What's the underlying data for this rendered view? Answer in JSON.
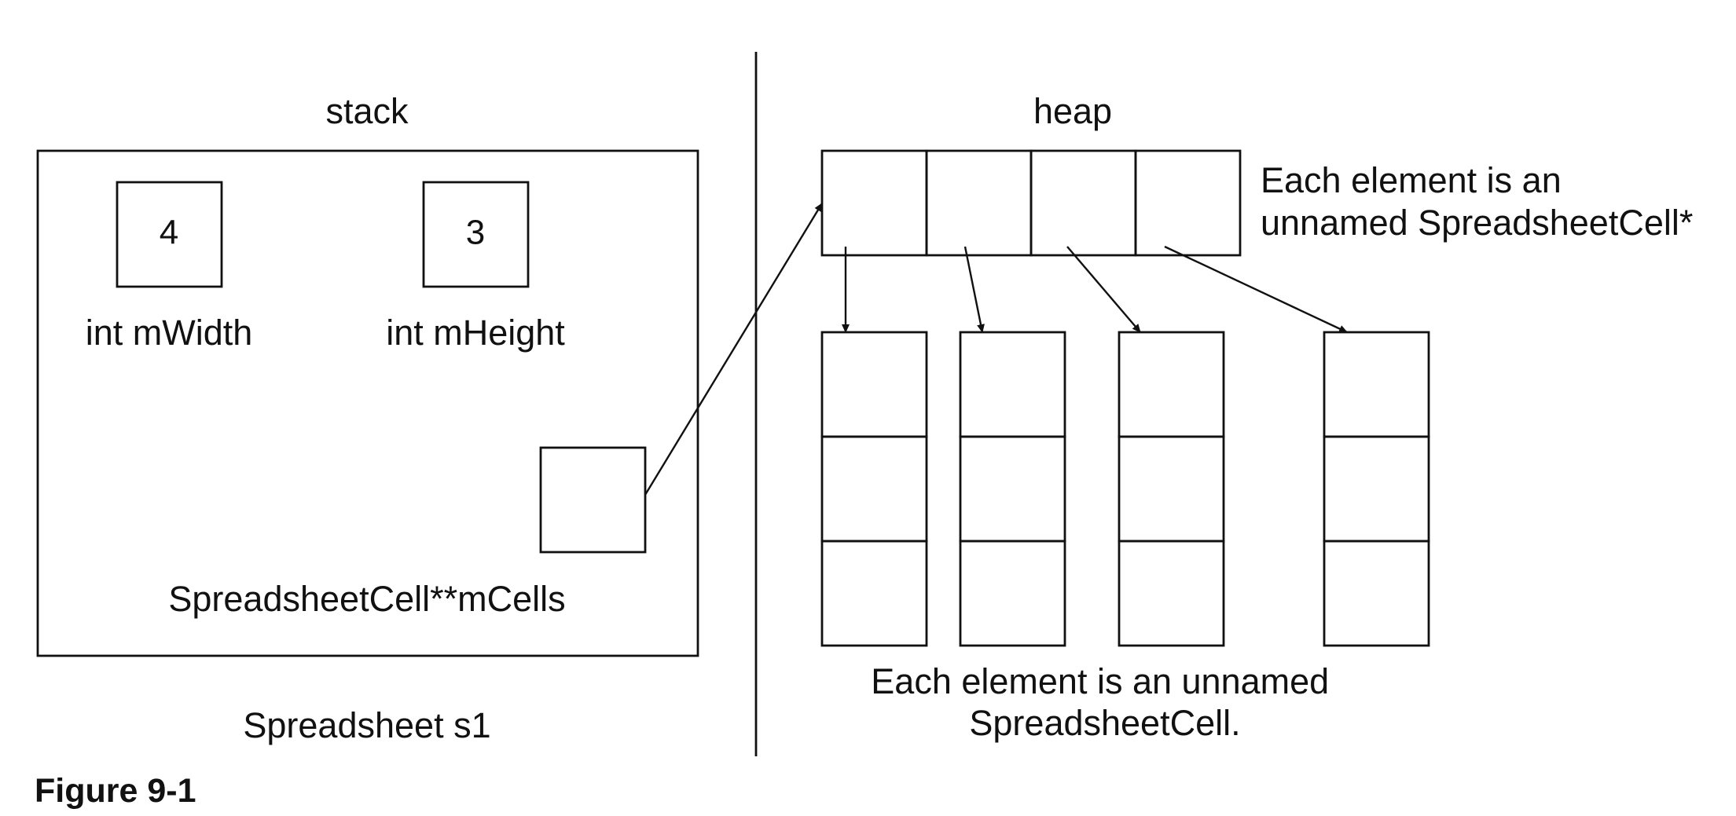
{
  "stack": {
    "title": "stack",
    "width_value": "4",
    "width_label": "int mWidth",
    "height_value": "3",
    "height_label": "int mHeight",
    "pointer_label": "SpreadsheetCell**mCells",
    "object_label": "Spreadsheet s1"
  },
  "heap": {
    "title": "heap",
    "pointer_array_note_line1": "Each element is an",
    "pointer_array_note_line2": "unnamed SpreadsheetCell*",
    "cells_note_line1": "Each element is an unnamed",
    "cells_note_line2": "SpreadsheetCell."
  },
  "figure_caption": "Figure 9-1"
}
